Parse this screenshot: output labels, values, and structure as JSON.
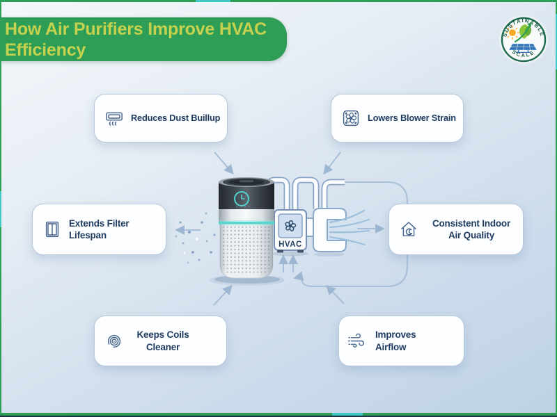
{
  "page": {
    "frame_green": "#2e9e57",
    "frame_teal": "#3fc8c4",
    "background_top_left": "#f4f7fa",
    "background_bottom_right": "#bdd2e6"
  },
  "header": {
    "title_line1": "How Air Purifiers Improve HVAC",
    "title_line2": "Efficiency",
    "banner_color": "#2e9e57",
    "title_color": "#c6d24f"
  },
  "logo": {
    "arc_top": "SUSTAINABLE",
    "arc_bottom": "SCALE"
  },
  "center": {
    "hvac_label": "HVAC"
  },
  "cards": [
    {
      "label": "Reduces Dust Buillup",
      "icon": "ac-unit-icon"
    },
    {
      "label": "Lowers Blower Strain",
      "icon": "fan-icon"
    },
    {
      "label": "Extends Filter Lifespan",
      "icon": "air-filter-icon"
    },
    {
      "label": "Consistent Indoor Air Quality",
      "icon": "house-air-quality-icon"
    },
    {
      "label": "Keeps Coils Cleaner",
      "icon": "coil-icon"
    },
    {
      "label": "Improves Airflow",
      "icon": "wind-icon"
    }
  ]
}
